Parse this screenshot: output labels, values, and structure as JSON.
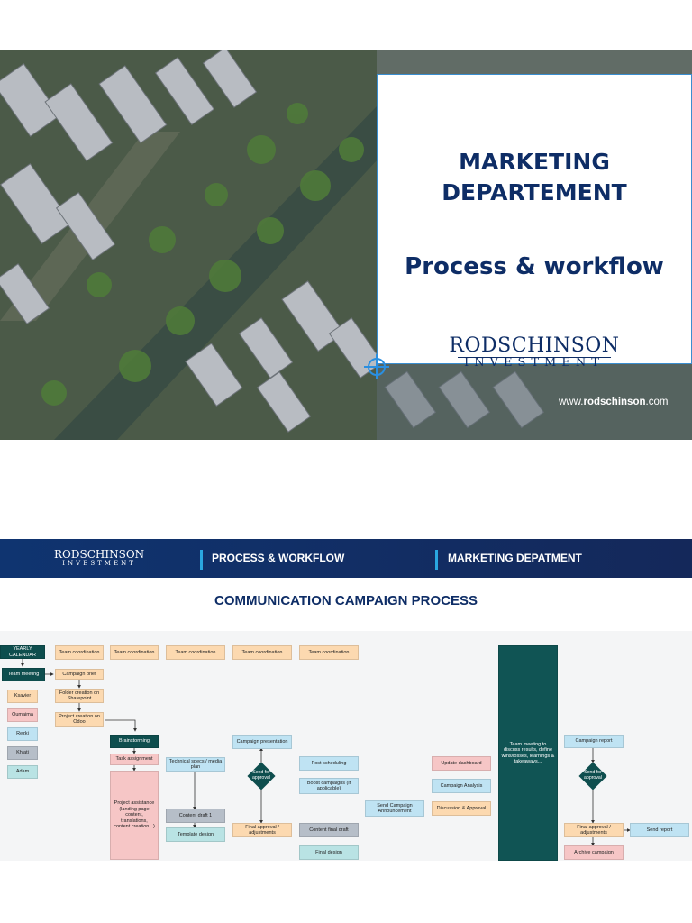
{
  "slide1": {
    "title_line1": "MARKETING",
    "title_line2": "DEPARTEMENT",
    "subtitle": "Process & workflow",
    "logo_line1": "RODSCHINSON",
    "logo_line2": "INVESTMENT",
    "website_prefix": "www.",
    "website_brand": "rodschinson",
    "website_suffix": ".com"
  },
  "slide2": {
    "banner": {
      "logo_line1": "RODSCHINSON",
      "logo_line2": "INVESTMENT",
      "section": "PROCESS & WORKFLOW",
      "department": "MARKETING DEPATMENT"
    },
    "title": "COMMUNICATION CAMPAIGN PROCESS",
    "nodes": {
      "yearly_calendar": "YEARLY CALENDAR",
      "team_meeting": "Team meeting",
      "p1": "Ksavier",
      "p2": "Oumaima",
      "p3": "Rezki",
      "p4": "Khiati",
      "p5": "Adam",
      "coord1": "Team coordination",
      "coord2": "Team coordination",
      "coord3": "Team coordination",
      "coord4": "Team coordination",
      "coord5": "Team coordination",
      "campaign_brief": "Campaign brief",
      "folder_creation": "Folder creation on Sharepoint",
      "project_creation": "Project creation on Odoo",
      "brainstorming": "Brainstorming",
      "task_assignment": "Task assignment",
      "project_assistance": "Project assistance (landing page content, translations, content creation...)",
      "tech_specs": "Technical specs / media plan",
      "content_draft": "Content draft 1",
      "template_design": "Template design",
      "campaign_presentation": "Campaign presentation",
      "send_approval_1": "Send for approval",
      "final_approval_1": "Final approval / adjustments",
      "post_scheduling": "Post scheduling",
      "boost_campaigns": "Boost campaigns (if applicable)",
      "content_final_draft": "Content final draft",
      "final_design": "Final design",
      "send_announcement": "Send Campaign Announcement",
      "update_dashboard": "Update dashboard",
      "campaign_analysis": "Campaign Analysis",
      "discussion_approval": "Discussion & Approval",
      "team_meeting_discuss": "Team meeting to discuss results, define wins/losses, learnings & takeaways...",
      "campaign_report": "Campaign report",
      "send_approval_2": "Send for approval",
      "final_approval_2": "Final approval / adjustments",
      "send_report": "Send report",
      "archive_campaign": "Archive campaign"
    }
  }
}
